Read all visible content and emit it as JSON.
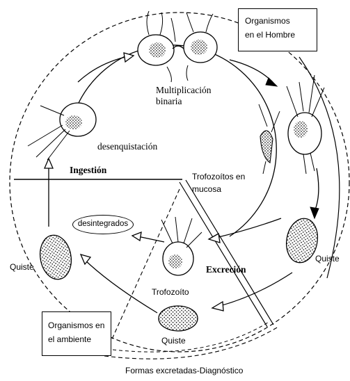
{
  "colors": {
    "ink": "#000000",
    "background": "#ffffff",
    "stipple": "#333333"
  },
  "boxes": {
    "host": {
      "line1": "Organismos",
      "line2": "en el  Hombre"
    },
    "environment": {
      "line1": "Organismos en",
      "line2": "el  ambiente"
    }
  },
  "labels": {
    "multiplication_1": "Multiplicación",
    "multiplication_2": "binaria",
    "excystation": "desenquistación",
    "ingestion": "Ingestión",
    "trophozoites_mucosa_1": "Trofozoítos en",
    "trophozoites_mucosa_2": "mucosa",
    "disintegrated": "desintegrados",
    "cyst_left": "Quiste",
    "cyst_right": "Quiste",
    "cyst_bottom": "Quiste",
    "trophozoite": "Trofozoíto",
    "excretion": "Excreción",
    "caption": "Formas  excretadas-Diagnóstico"
  },
  "icons": [
    "dividing-trophozoite-icon",
    "trophozoite-icon",
    "cyst-icon",
    "arrowhead-icon"
  ]
}
